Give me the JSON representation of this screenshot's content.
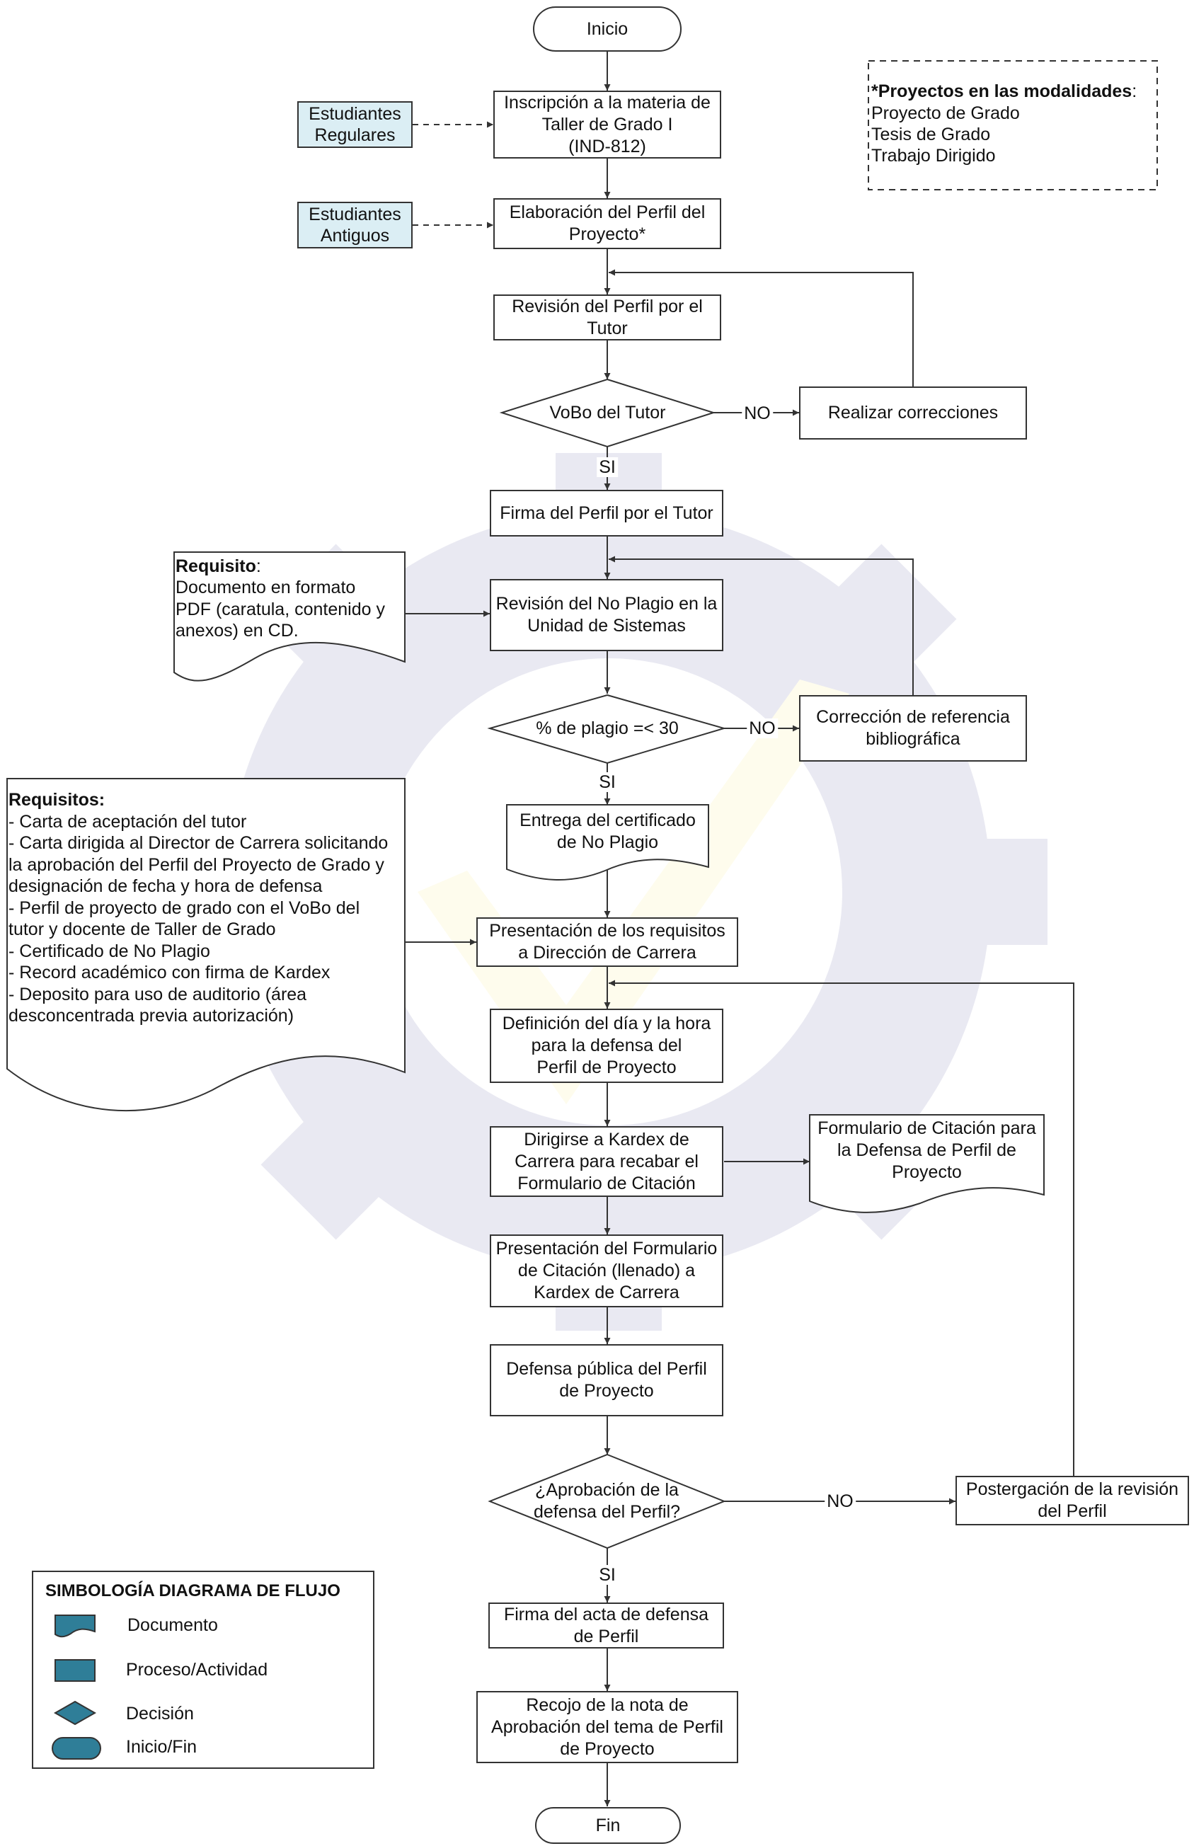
{
  "terminals": {
    "start": "Inicio",
    "end": "Fin"
  },
  "sources": {
    "regular": "Estudiantes\nRegulares",
    "former": "Estudiantes\nAntiguos"
  },
  "note": {
    "title": "*Proyectos en las modalidades",
    "title_suffix": ":",
    "items": [
      "Proyecto de Grado",
      "Tesis de Grado",
      "Trabajo Dirigido"
    ]
  },
  "steps": {
    "inscription": "Inscripción a la materia de\nTaller de Grado I\n(IND-812)",
    "profile_elaboration": "Elaboración del Perfil del\nProyecto*",
    "tutor_review": "Revisión del Perfil por el\nTutor",
    "corrections": "Realizar correcciones",
    "tutor_signature": "Firma del Perfil por el Tutor",
    "plagiarism_review": "Revisión del No Plagio en la\nUnidad de Sistemas",
    "reference_correction": "Corrección de referencia\nbibliográfica",
    "requirements_submission": "Presentación de los requisitos\na Dirección de Carrera",
    "defense_date": "Definición del día y la hora\npara la defensa del\nPerfil de Proyecto",
    "kardex_visit": "Dirigirse a Kardex de\nCarrera para recabar el\nFormulario de Citación",
    "form_submission": "Presentación del Formulario\nde Citación (llenado) a\nKardex de Carrera",
    "public_defense": "Defensa pública del Perfil\nde Proyecto",
    "postponement": "Postergación de la revisión\ndel Perfil",
    "defense_act": "Firma del acta de defensa\nde Perfil",
    "grade_pickup": "Recojo de la nota de\nAprobación del tema de Perfil\nde Proyecto"
  },
  "decisions": {
    "tutor_approval": "VoBo del Tutor",
    "plagiarism": "% de plagio =< 30",
    "defense_approval": "¿Aprobación de la\ndefensa del Perfil?"
  },
  "documents": {
    "certificate": "Entrega del certificado\nde No Plagio",
    "citation_form": "Formulario de Citación para\nla Defensa de Perfil de\nProyecto",
    "requirement_cd": {
      "heading": "Requisito",
      "heading_suffix": ":",
      "lines": [
        "Documento en formato",
        "PDF (caratula, contenido y",
        "anexos) en CD."
      ]
    },
    "requirements": {
      "heading": "Requisitos:",
      "lines": [
        "- Carta de aceptación del tutor",
        "- Carta dirigida al Director de Carrera solicitando",
        "la aprobación del Perfil del Proyecto de Grado y",
        "designación de fecha y hora de defensa",
        "- Perfil de proyecto de grado con el VoBo del",
        "tutor y docente de Taller de Grado",
        "- Certificado de No Plagio",
        "-  Record académico con firma de Kardex",
        "- Deposito para uso de auditorio (área",
        "desconcentrada previa autorización)"
      ]
    }
  },
  "labels": {
    "no_tutor": "NO",
    "yes_tutor": "SI",
    "no_plagiarism": "NO",
    "yes_plagiarism": "SI",
    "no_defense": "NO",
    "yes_defense": "SI"
  },
  "legend": {
    "title": "SIMBOLOGÍA DIAGRAMA DE FLUJO",
    "items": [
      "Documento",
      "Proceso/Actividad",
      "Decisión",
      "Inicio/Fin"
    ]
  },
  "colors": {
    "line": "#333333",
    "source_fill": "#dbeef4",
    "legend_symbol_fill": "#2f7e98",
    "watermark_gear": "#24247a",
    "watermark_check": "#f3e14a"
  }
}
